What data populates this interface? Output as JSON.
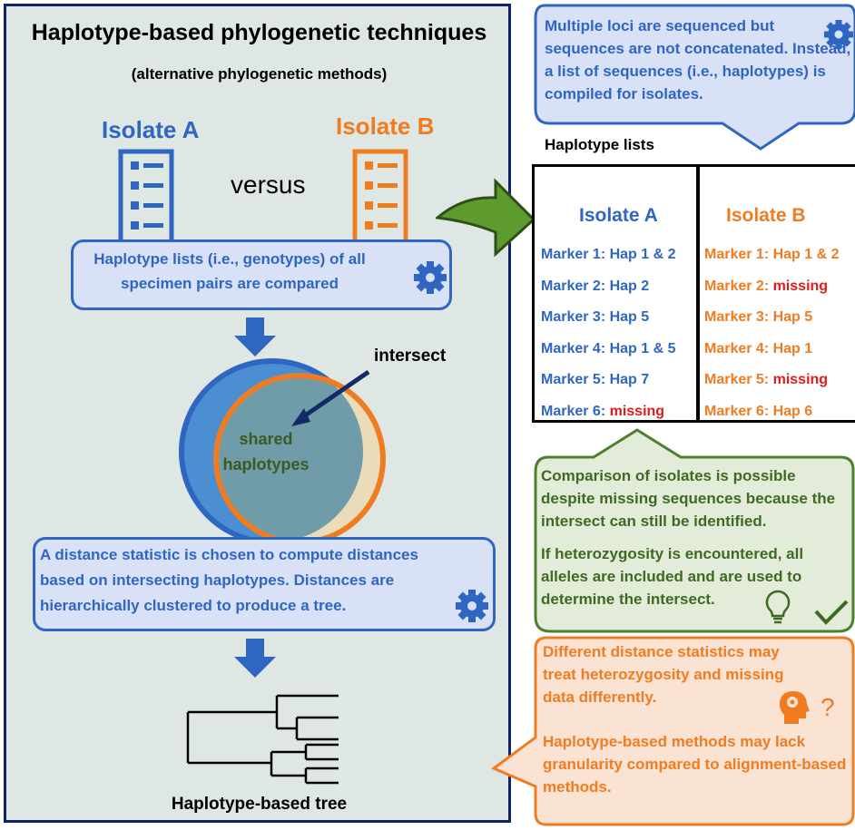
{
  "left_panel": {
    "title": "Haplotype-based phylogenetic techniques",
    "subtitle": "(alternative phylogenetic methods)",
    "isolate_a": "Isolate A",
    "isolate_b": "Isolate B",
    "versus": "versus",
    "compare_text": "Haplotype lists (i.e., genotypes) of all specimen pairs are compared",
    "intersect": "intersect",
    "shared_line1": "shared",
    "shared_line2": "haplotypes",
    "distance_text": "A distance statistic is chosen to compute distances based on intersecting haplotypes. Distances are hierarchically clustered to produce a tree.",
    "tree_label": "Haplotype-based tree"
  },
  "right_panel": {
    "top_bubble": "Multiple loci are sequenced but sequences are not concatenated. Instead, a list of sequences (i.e., haplotypes) is compiled for isolates.",
    "haplotype_lists_title": "Haplotype lists",
    "table": {
      "col_a_header": "Isolate A",
      "col_b_header": "Isolate B",
      "rows_a": [
        {
          "label": "Marker 1: ",
          "value": "Hap 1 & 2",
          "missing": false
        },
        {
          "label": "Marker 2: ",
          "value": "Hap 2",
          "missing": false
        },
        {
          "label": "Marker 3: ",
          "value": "Hap 5",
          "missing": false
        },
        {
          "label": "Marker 4: ",
          "value": "Hap 1 & 5",
          "missing": false
        },
        {
          "label": "Marker 5: ",
          "value": "Hap 7",
          "missing": false
        },
        {
          "label": "Marker 6: ",
          "value": "missing",
          "missing": true
        }
      ],
      "rows_b": [
        {
          "label": "Marker 1: ",
          "value": "Hap 1 & 2",
          "missing": false
        },
        {
          "label": "Marker 2: ",
          "value": "missing",
          "missing": true
        },
        {
          "label": "Marker 3: ",
          "value": "Hap 5",
          "missing": false
        },
        {
          "label": "Marker 4: ",
          "value": "Hap 1",
          "missing": false
        },
        {
          "label": "Marker 5: ",
          "value": "missing",
          "missing": true
        },
        {
          "label": "Marker 6: ",
          "value": "Hap 6",
          "missing": false
        }
      ]
    },
    "green_text_1": "Comparison of isolates is possible despite missing sequences because the intersect can still be identified.",
    "green_text_2": "If heterozygosity is encountered, all alleles are included and are used to determine the intersect.",
    "orange_text_1": "Different distance statistics may treat heterozygosity and missing data differently.",
    "orange_text_2": "Haplotype-based methods may lack granularity compared to alignment-based methods.",
    "question_mark": "?"
  },
  "colors": {
    "blue": "#2f66c2",
    "orange": "#f07c22",
    "green": "#3e6a23",
    "red": "#e01b1b",
    "navy": "#0f2566",
    "panel_bg": "#dfe7e4"
  },
  "icons": [
    "document-list-icon",
    "gear-icon",
    "down-arrow-icon",
    "curved-arrow-icon",
    "lightbulb-icon",
    "checkmark-icon",
    "head-gear-icon",
    "question-icon",
    "dendrogram-icon"
  ]
}
